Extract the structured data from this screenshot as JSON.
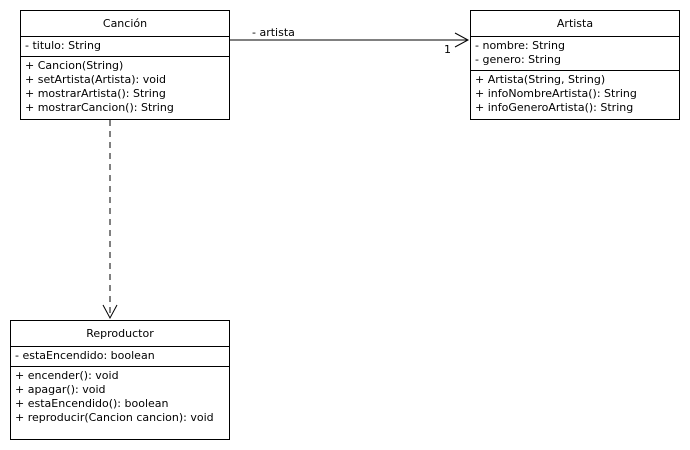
{
  "classes": {
    "cancion": {
      "name": "Canción",
      "attributes": [
        "- titulo: String"
      ],
      "methods": [
        "+ Cancion(String)",
        "+ setArtista(Artista): void",
        "+ mostrarArtista(): String",
        "+ mostrarCancion(): String"
      ]
    },
    "artista": {
      "name": "Artista",
      "attributes": [
        "- nombre: String",
        "- genero: String"
      ],
      "methods": [
        "+ Artista(String, String)",
        "+ infoNombreArtista(): String",
        "+ infoGeneroArtista(): String"
      ]
    },
    "reproductor": {
      "name": "Reproductor",
      "attributes": [
        "- estaEncendido: boolean"
      ],
      "methods": [
        "+ encender(): void",
        "+ apagar(): void",
        "+ estaEncendido(): boolean",
        "+ reproducir(Cancion cancion): void"
      ]
    }
  },
  "relations": {
    "association": {
      "role": "- artista",
      "multiplicity": "1"
    }
  }
}
